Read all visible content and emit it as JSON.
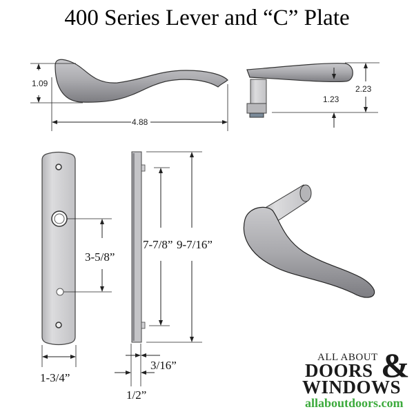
{
  "title": "400 Series Lever and “C” Plate",
  "lever_top_view": {
    "height_label": "1.09",
    "length_label": "4.88"
  },
  "lever_side_view": {
    "total_height_label": "2.23",
    "offset_label": "1.23"
  },
  "plate_front_view": {
    "hole_spacing_label": "3-5/8”",
    "width_label": "1-3/4”"
  },
  "plate_side_view": {
    "screw_spacing_label": "7-7/8”",
    "overall_height_label": "9-7/16”",
    "thickness_label": "3/16”",
    "depth_label": "1/2”"
  },
  "logo": {
    "line1": "ALL ABOUT",
    "line2": "DOORS",
    "ampersand": "&",
    "line3": "WINDOWS",
    "url": "allaboutdoors.com",
    "url_color": "#3caa3c"
  }
}
